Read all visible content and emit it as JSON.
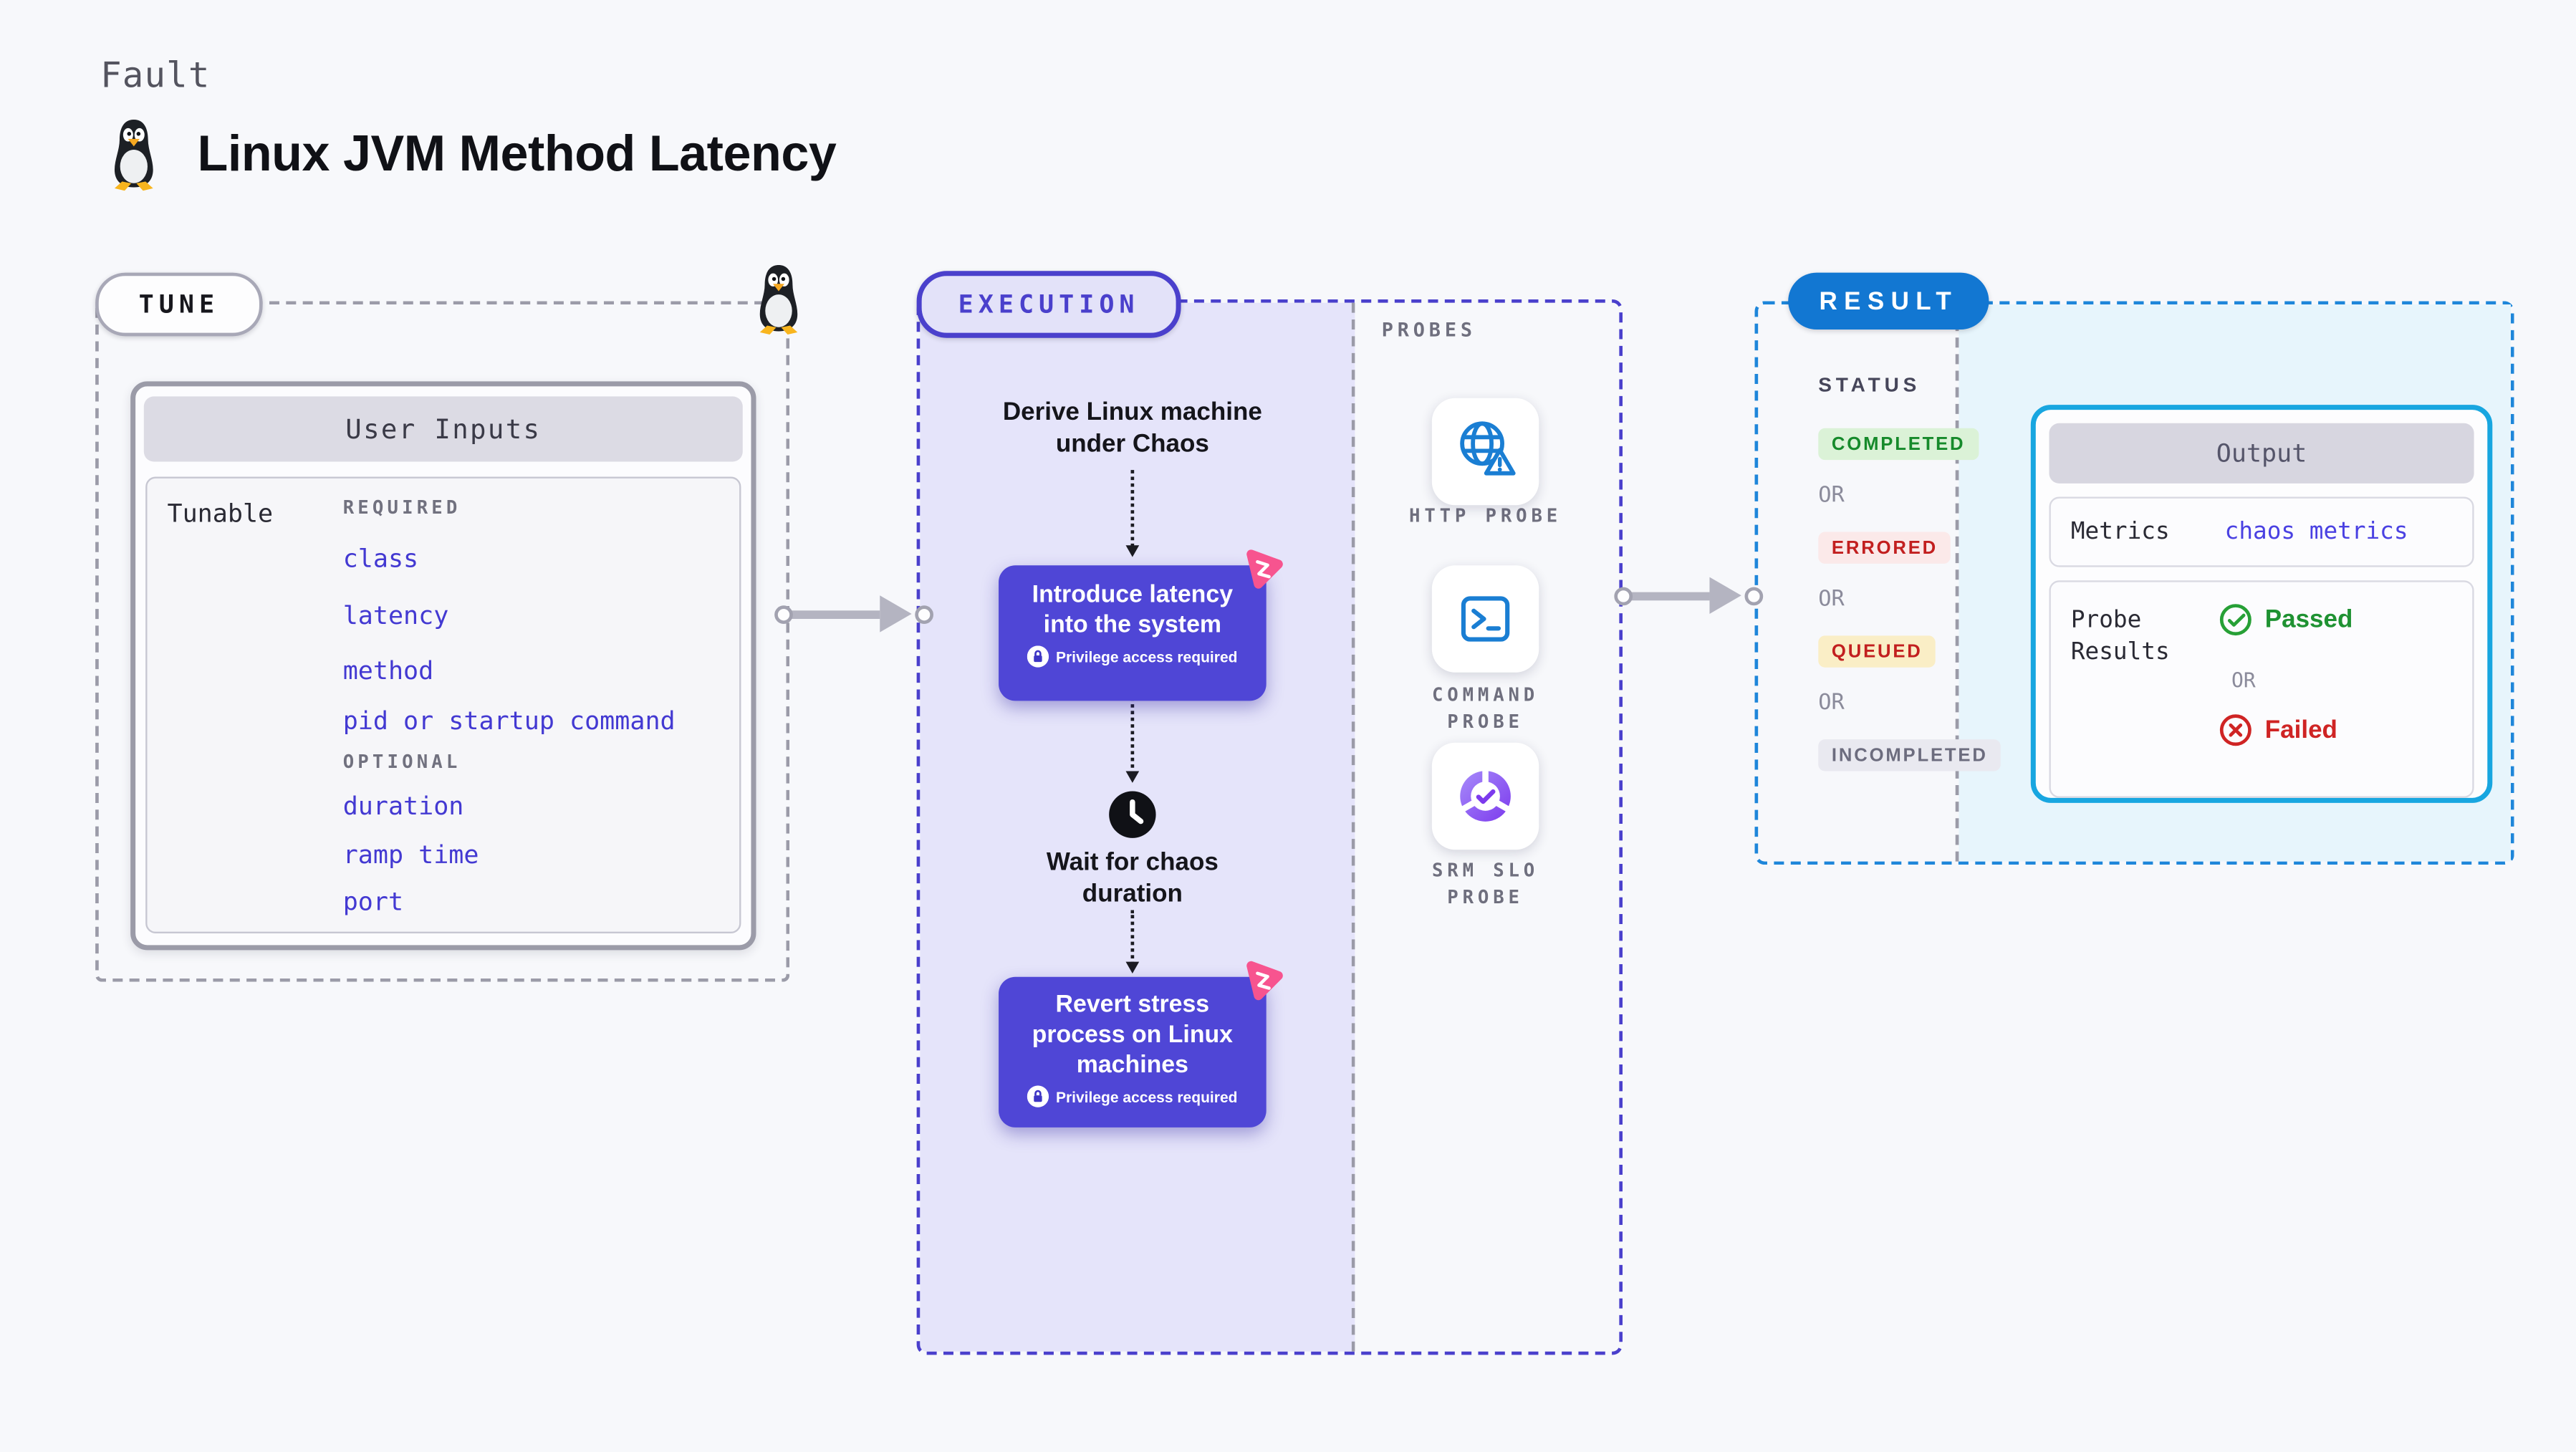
{
  "header": {
    "kicker": "Fault",
    "title": "Linux JVM Method Latency"
  },
  "tune": {
    "label": "TUNE",
    "card_header": "User Inputs",
    "row_label": "Tunable",
    "required_label": "REQUIRED",
    "required_items": [
      "class",
      "latency",
      "method",
      "pid or startup command"
    ],
    "optional_label": "OPTIONAL",
    "optional_items": [
      "duration",
      "ramp time",
      "port"
    ]
  },
  "execution": {
    "label": "EXECUTION",
    "derive_lines": [
      "Derive Linux machine",
      "under Chaos"
    ],
    "node1": {
      "lines": [
        "Introduce latency",
        "into the system"
      ],
      "note": "Privilege access required"
    },
    "wait_lines": [
      "Wait for chaos",
      "duration"
    ],
    "node2": {
      "lines": [
        "Revert stress",
        "process on Linux",
        "machines"
      ],
      "note": "Privilege access required"
    }
  },
  "probes": {
    "label": "PROBES",
    "items": [
      {
        "icon": "globe-warning-icon",
        "line1": "HTTP PROBE",
        "line2": ""
      },
      {
        "icon": "terminal-icon",
        "line1": "COMMAND",
        "line2": "PROBE"
      },
      {
        "icon": "slo-donut-icon",
        "line1": "SRM SLO",
        "line2": "PROBE"
      }
    ]
  },
  "result": {
    "label": "RESULT",
    "status_label": "STATUS",
    "or_label": "OR",
    "statuses": [
      {
        "text": "COMPLETED",
        "color": "#168a2b",
        "bg": "#dbf2d7"
      },
      {
        "text": "ERRORED",
        "color": "#c21f1f",
        "bg": "#fbe9e9"
      },
      {
        "text": "QUEUED",
        "color": "#c21f1f",
        "bg": "#faeec6"
      },
      {
        "text": "INCOMPLETED",
        "color": "#6c6c7e",
        "bg": "#e9e9f0"
      }
    ],
    "output": {
      "header": "Output",
      "metrics_label": "Metrics",
      "metrics_value": "chaos metrics",
      "probe_results_lines": [
        "Probe",
        "Results"
      ],
      "passed": "Passed",
      "or": "OR",
      "failed": "Failed"
    }
  },
  "colors": {
    "page_bg": "#f7f8fb",
    "accent_indigo": "#4f46d6",
    "execution_bg": "#e5e4fa",
    "result_blue": "#1277d2",
    "result_area_bg": "#e7f5fc",
    "output_border": "#18a6e0",
    "pink_badge": "#f7548f",
    "probe_icon_blue": "#1a7ed3",
    "slo_purple": "#7c3aed",
    "passed_green": "#1f9232",
    "failed_red": "#cf2424",
    "link_indigo": "#4339d2"
  }
}
